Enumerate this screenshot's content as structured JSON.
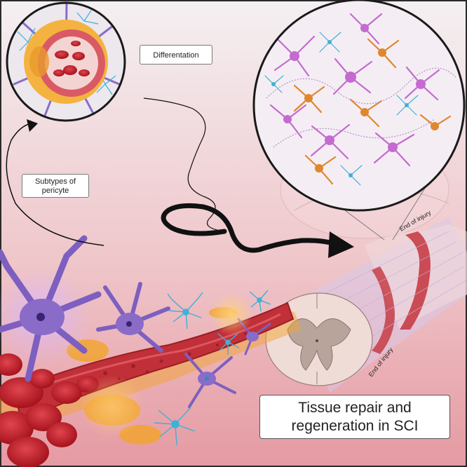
{
  "labels": {
    "differentiation": "Differentation",
    "subtypes_line1": "Subtypes of",
    "subtypes_line2": "pericyte",
    "end_of_injury_top": "End of injury",
    "end_of_injury_bottom": "End of injury",
    "title_line1": "Tissue repair and",
    "title_line2": "regeneration in SCI"
  },
  "colors": {
    "background_top": "#f3eef0",
    "background_bottom": "#e8a3aa",
    "vessel_red": "#c0303a",
    "pericyte_orange": "#f0a030",
    "astrocyte_blue": "#4ab8d8",
    "neuron_purple": "#8a6cc8",
    "arrow_black": "#111111"
  }
}
